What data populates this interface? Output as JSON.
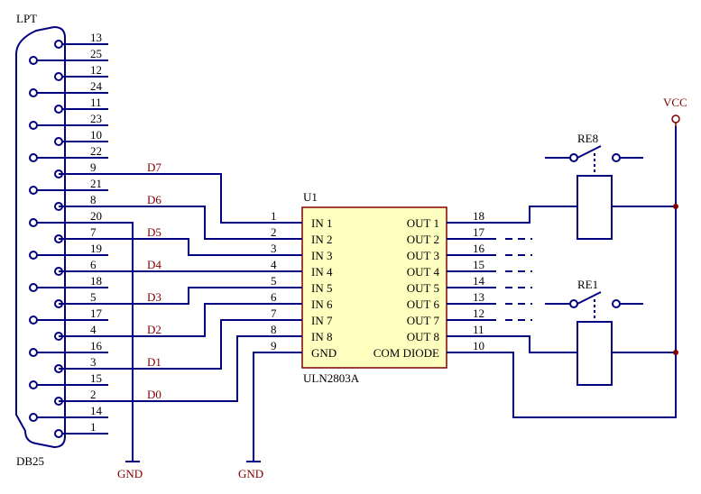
{
  "connector": {
    "title": "LPT",
    "footer": "DB25",
    "pins_top": [
      "13",
      "25",
      "12",
      "24",
      "11",
      "23",
      "10",
      "22",
      "9",
      "21",
      "8",
      "20",
      "7",
      "19",
      "6",
      "18",
      "5",
      "17",
      "4",
      "16",
      "3",
      "15",
      "2",
      "14",
      "1"
    ],
    "data_labels": [
      "D7",
      "D6",
      "D5",
      "D4",
      "D3",
      "D2",
      "D1",
      "D0"
    ]
  },
  "ic": {
    "designator": "U1",
    "part": "ULN2803A",
    "inputs": [
      "IN 1",
      "IN 2",
      "IN 3",
      "IN 4",
      "IN 5",
      "IN 6",
      "IN 7",
      "IN 8",
      "GND"
    ],
    "outputs": [
      "OUT 1",
      "OUT 2",
      "OUT 3",
      "OUT 4",
      "OUT 5",
      "OUT 6",
      "OUT 7",
      "OUT 8",
      "COM DIODE"
    ],
    "in_pin_numbers": [
      "1",
      "2",
      "3",
      "4",
      "5",
      "6",
      "7",
      "8",
      "9"
    ],
    "out_pin_numbers": [
      "18",
      "17",
      "16",
      "15",
      "14",
      "13",
      "12",
      "11",
      "10"
    ]
  },
  "relays": {
    "top": "RE8",
    "bottom": "RE1"
  },
  "power": {
    "vcc": "VCC",
    "gnd_left": "GND",
    "gnd_mid": "GND"
  },
  "colors": {
    "wire": "#000080",
    "label": "#800000",
    "ic_fill": "#ffffc0"
  }
}
